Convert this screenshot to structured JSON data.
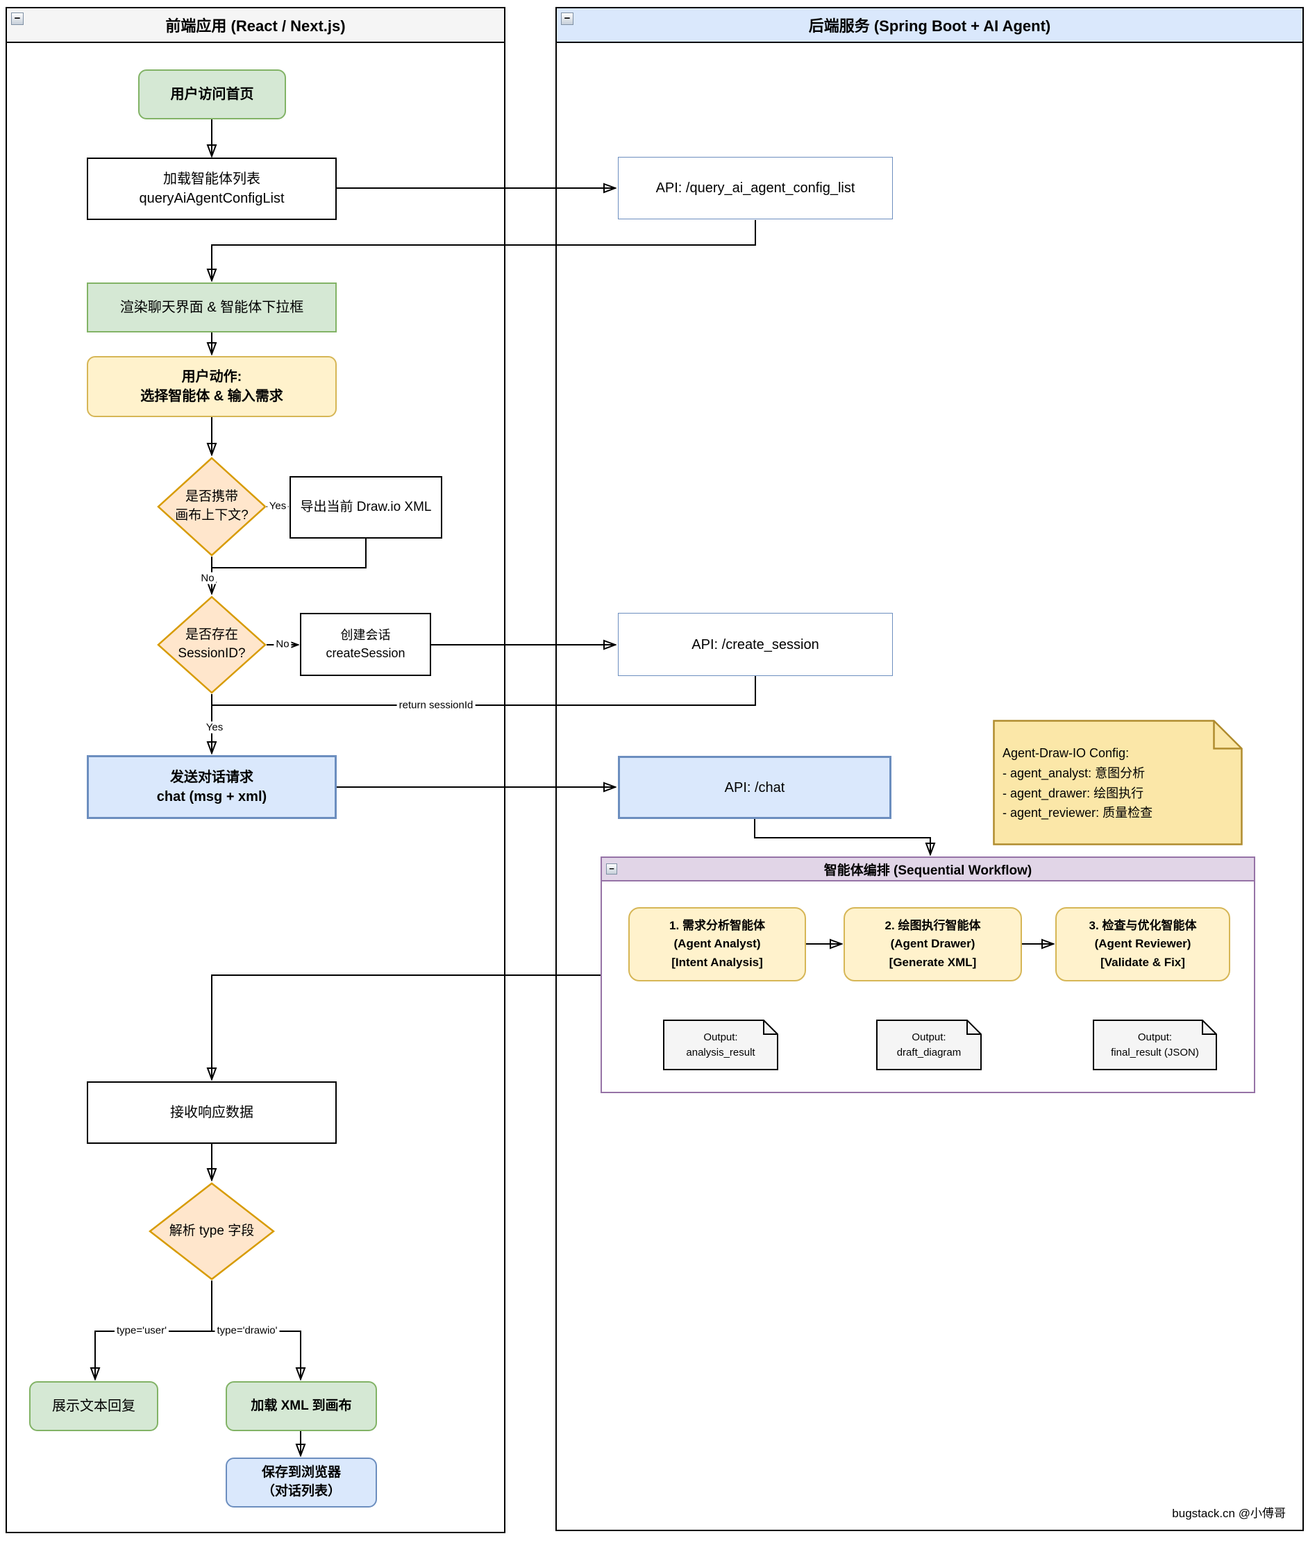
{
  "containers": {
    "frontend": {
      "title": "前端应用 (React / Next.js)"
    },
    "backend": {
      "title": "后端服务 (Spring Boot + AI Agent)"
    },
    "workflow": {
      "title": "智能体编排 (Sequential Workflow)"
    }
  },
  "ui": {
    "collapse_glyph": "−"
  },
  "nodes": {
    "visit_home": {
      "line1": "用户访问首页"
    },
    "load_agent_list": {
      "line1": "加载智能体列表",
      "line2": "queryAiAgentConfigList"
    },
    "api_query": {
      "line1": "API: /query_ai_agent_config_list"
    },
    "render_chat": {
      "line1": "渲染聊天界面 & 智能体下拉框"
    },
    "user_action": {
      "line1": "用户动作:",
      "line2": "选择智能体 & 输入需求"
    },
    "decision_canvas": {
      "line1": "是否携带",
      "line2": "画布上下文?"
    },
    "export_xml": {
      "line1": "导出当前 Draw.io XML"
    },
    "decision_session": {
      "line1": "是否存在",
      "line2": "SessionID?"
    },
    "create_session": {
      "line1": "创建会话",
      "line2": "createSession"
    },
    "api_create_session": {
      "line1": "API: /create_session"
    },
    "send_chat": {
      "line1": "发送对话请求",
      "line2": "chat (msg + xml)"
    },
    "api_chat": {
      "line1": "API: /chat"
    },
    "config_note": {
      "line1": "Agent-Draw-IO Config:",
      "line2": "- agent_analyst: 意图分析",
      "line3": "- agent_drawer: 绘图执行",
      "line4": "- agent_reviewer: 质量检查"
    },
    "agent_analyst": {
      "line1": "1. 需求分析智能体",
      "line2": "(Agent Analyst)",
      "line3": "[Intent Analysis]"
    },
    "agent_drawer": {
      "line1": "2. 绘图执行智能体",
      "line2": "(Agent Drawer)",
      "line3": "[Generate XML]"
    },
    "agent_reviewer": {
      "line1": "3. 检查与优化智能体",
      "line2": "(Agent Reviewer)",
      "line3": "[Validate & Fix]"
    },
    "output_analysis": {
      "line1": "Output:",
      "line2": "analysis_result"
    },
    "output_draft": {
      "line1": "Output:",
      "line2": "draft_diagram"
    },
    "output_final": {
      "line1": "Output:",
      "line2": "final_result (JSON)"
    },
    "receive_response": {
      "line1": "接收响应数据"
    },
    "parse_type": {
      "line1": "解析 type 字段"
    },
    "show_text_reply": {
      "line1": "展示文本回复"
    },
    "load_xml_canvas": {
      "line1": "加载 XML 到画布"
    },
    "save_browser": {
      "line1": "保存到浏览器",
      "line2": "（对话列表）"
    }
  },
  "edge_labels": {
    "canvas_yes": "Yes",
    "canvas_no": "No",
    "session_no": "No",
    "session_yes": "Yes",
    "return_session": "return sessionId",
    "type_user": "type='user'",
    "type_drawio": "type='drawio'"
  },
  "watermark": "bugstack.cn @小傅哥",
  "colors": {
    "green_fill": "#d5e8d4",
    "green_border": "#82b366",
    "yellow_fill": "#fff2cc",
    "yellow_border": "#d6b656",
    "orange_fill": "#ffe6cc",
    "orange_border": "#d79b00",
    "blue_fill": "#dae8fc",
    "blue_border": "#6c8ebf",
    "purple_fill": "#e1d5e7",
    "purple_border": "#9673a6",
    "note_fill": "#fbe7a8",
    "note_border": "#b08c2e",
    "gray_header_fill": "#f5f5f5",
    "output_note_fill": "#f5f5f5",
    "line_color": "#000000"
  }
}
